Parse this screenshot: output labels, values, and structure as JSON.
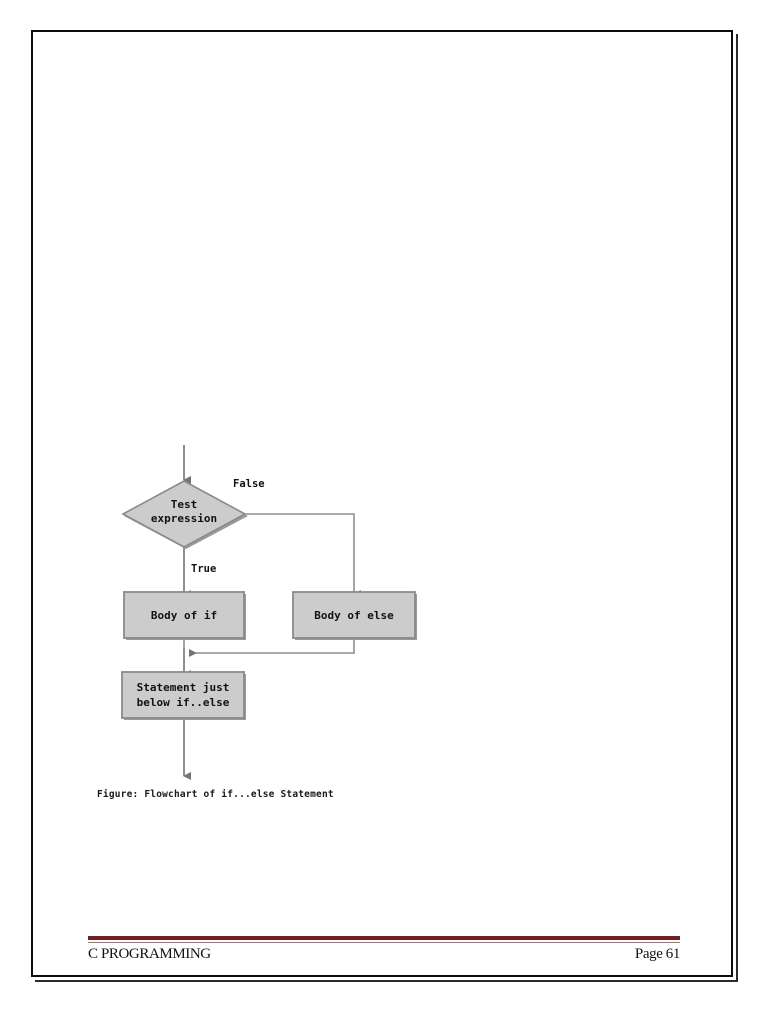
{
  "document": {
    "footer": {
      "left_label": "C PROGRAMMING",
      "page_label": "Page 61",
      "rule_color": "#712121"
    },
    "figure": {
      "caption": "Figure: Flowchart of if...else Statement"
    }
  },
  "chart_data": {
    "type": "diagram",
    "title": "Figure: Flowchart of if...else Statement",
    "diagram_kind": "flowchart",
    "node_fill": "#cccccc",
    "node_stroke": "#8c8c8c",
    "edge_color": "#808080",
    "nodes": [
      {
        "id": "entry",
        "shape": "arrow-in",
        "label": ""
      },
      {
        "id": "test",
        "shape": "diamond",
        "label_line1": "Test",
        "label_line2": "expression"
      },
      {
        "id": "body_if",
        "shape": "rect",
        "label": "Body of if"
      },
      {
        "id": "body_else",
        "shape": "rect",
        "label": "Body of else"
      },
      {
        "id": "after",
        "shape": "rect",
        "label_line1": "Statement just",
        "label_line2": "below if..else"
      },
      {
        "id": "exit",
        "shape": "arrow-out",
        "label": ""
      }
    ],
    "edges": [
      {
        "from": "entry",
        "to": "test",
        "label": ""
      },
      {
        "from": "test",
        "to": "body_if",
        "label": "True"
      },
      {
        "from": "test",
        "to": "body_else",
        "label": "False"
      },
      {
        "from": "body_if",
        "to": "after",
        "label": ""
      },
      {
        "from": "body_else",
        "to": "after",
        "label": ""
      },
      {
        "from": "after",
        "to": "exit",
        "label": ""
      }
    ]
  }
}
